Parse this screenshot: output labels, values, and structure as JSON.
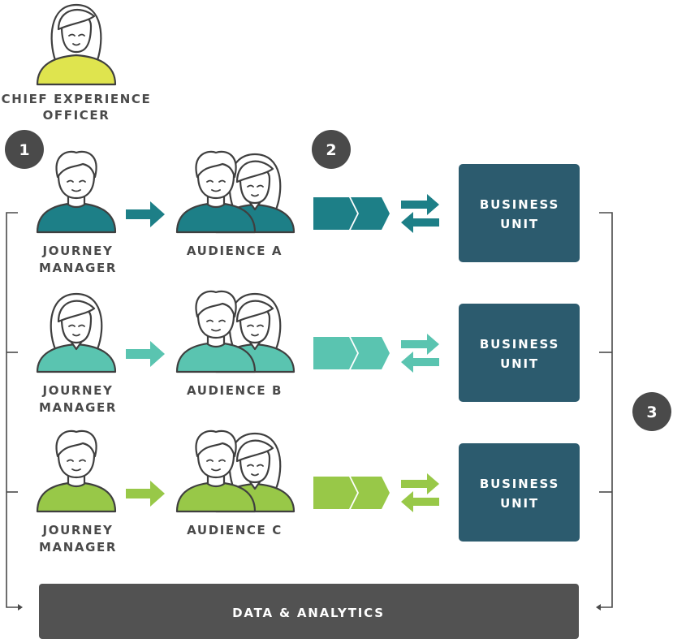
{
  "colors": {
    "teal_dark": "#1d7f87",
    "teal_light": "#5ac4b0",
    "green": "#98c848",
    "yellow": "#dfe44e",
    "unit_box": "#2c5b6e",
    "data_bar": "#525252",
    "badge": "#4a4a4a"
  },
  "cxo": {
    "line1": "CHIEF EXPERIENCE",
    "line2": "OFFICER",
    "icon": "female-person-icon"
  },
  "badges": [
    "1",
    "2",
    "3"
  ],
  "rows": [
    {
      "manager_line1": "JOURNEY",
      "manager_line2": "MANAGER",
      "manager_icon": "male-person-icon",
      "audience": "AUDIENCE A",
      "unit_line1": "BUSINESS",
      "unit_line2": "UNIT"
    },
    {
      "manager_line1": "JOURNEY",
      "manager_line2": "MANAGER",
      "manager_icon": "female-person-icon",
      "audience": "AUDIENCE B",
      "unit_line1": "BUSINESS",
      "unit_line2": "UNIT"
    },
    {
      "manager_line1": "JOURNEY",
      "manager_line2": "MANAGER",
      "manager_icon": "male-person-icon",
      "audience": "AUDIENCE C",
      "unit_line1": "BUSINESS",
      "unit_line2": "UNIT"
    }
  ],
  "data_bar": {
    "label": "DATA & ANALYTICS"
  }
}
